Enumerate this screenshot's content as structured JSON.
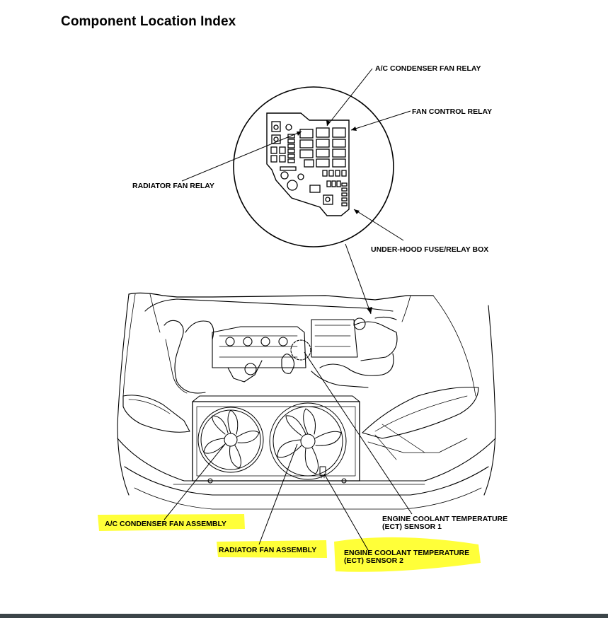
{
  "page": {
    "title": "Component Location Index"
  },
  "labels": {
    "ac_condenser_fan_relay": "A/C CONDENSER FAN RELAY",
    "fan_control_relay": "FAN CONTROL RELAY",
    "radiator_fan_relay": "RADIATOR FAN RELAY",
    "under_hood_fuse_relay_box": "UNDER-HOOD FUSE/RELAY BOX",
    "ac_condenser_fan_assembly": "A/C CONDENSER FAN ASSEMBLY",
    "radiator_fan_assembly": "RADIATOR FAN ASSEMBLY",
    "ect_sensor_1_line1": "ENGINE COOLANT TEMPERATURE",
    "ect_sensor_1_line2": "(ECT) SENSOR 1",
    "ect_sensor_2_line1": "ENGINE COOLANT TEMPERATURE",
    "ect_sensor_2_line2": "(ECT) SENSOR 2"
  },
  "colors": {
    "highlight": "#ffff2e",
    "ink": "#000000",
    "bottom_bar": "#3c4549"
  }
}
